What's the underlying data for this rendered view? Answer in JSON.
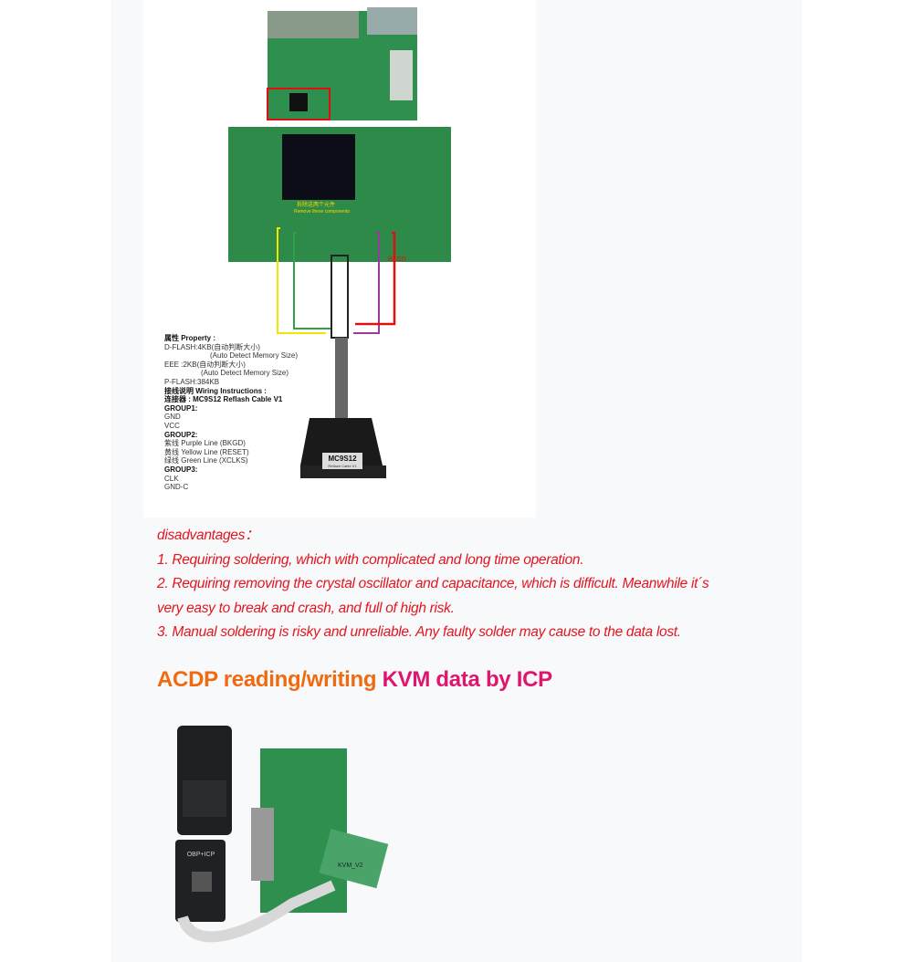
{
  "figure1": {
    "board_note_cn": "拆除这两个元件",
    "board_note_en": "Remove these components",
    "bkgd_label": "BKGD",
    "connector_title": "MC9S12",
    "connector_sub": "Reflash Cable V1",
    "property": [
      {
        "text": "属性 Property :",
        "bold": true
      },
      {
        "text": "D-FLASH:4KB(自动判断大小)"
      },
      {
        "text": "(Auto Detect Memory Size)",
        "indent": 1
      },
      {
        "text": "EEE  :2KB(自动判断大小)"
      },
      {
        "text": "(Auto Detect Memory Size)",
        "indent": 2
      },
      {
        "text": "P-FLASH:384KB"
      },
      {
        "text": "接线说明 Wiring Instructions :",
        "bold": true
      },
      {
        "text": "连接器 : MC9S12 Reflash Cable V1",
        "bold": true
      },
      {
        "text": "GROUP1:",
        "bold": true
      },
      {
        "text": "GND"
      },
      {
        "text": "VCC"
      },
      {
        "text": "GROUP2:",
        "bold": true
      },
      {
        "text": "紫线 Purple Line (BKGD)"
      },
      {
        "text": "黄线 Yellow Line (RESET)"
      },
      {
        "text": "绿线 Green  Line (XCLKS)"
      },
      {
        "text": "GROUP3:",
        "bold": true
      },
      {
        "text": "CLK"
      },
      {
        "text": "GND-C"
      }
    ]
  },
  "disadvantages": {
    "title": "disadvantages：",
    "items": [
      "1. Requiring soldering, which with complicated and long time operation.",
      "2. Requiring removing the crystal oscillator and capacitance, which is difficult. Meanwhile it´s",
      "very easy to break and crash, and full of high risk.",
      "3. Manual soldering is risky and unreliable. Any faulty solder may cause to the data lost."
    ]
  },
  "heading": {
    "part1": "ACDP reading/writing ",
    "part2": "KVM data by ICP"
  },
  "figure2": {
    "device_label": "OBP+ICP",
    "board_label": "KVM_V2"
  },
  "colors": {
    "red_text": "#e3151f",
    "orange": "#f26a10",
    "magenta": "#e0156e",
    "pcb": "#2f8f4e"
  }
}
